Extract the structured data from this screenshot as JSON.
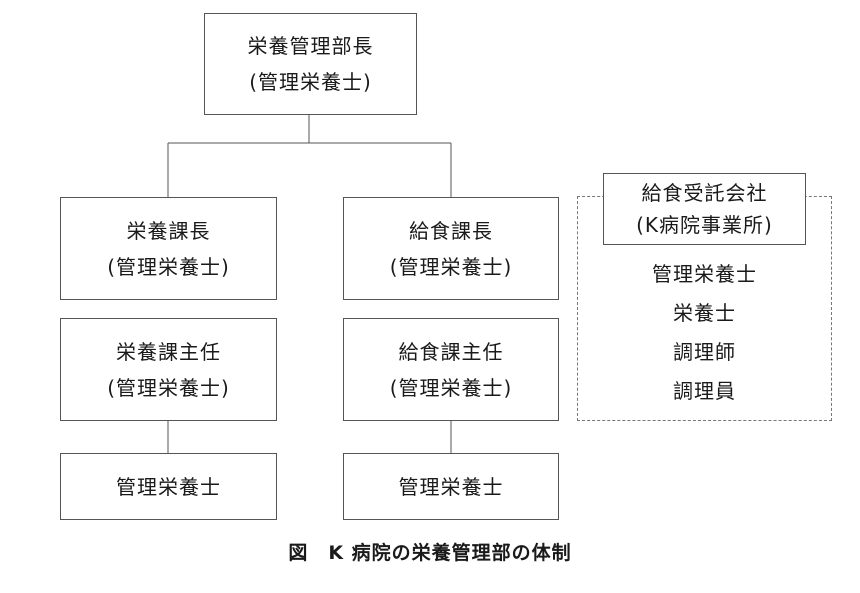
{
  "chart": {
    "head": {
      "title": "栄養管理部長",
      "role": "(管理栄養士)"
    },
    "left_branch": {
      "chief": {
        "title": "栄養課長",
        "role": "(管理栄養士)"
      },
      "supervisor": {
        "title": "栄養課主任",
        "role": "(管理栄養士)"
      },
      "staff": {
        "title": "管理栄養士"
      }
    },
    "right_branch": {
      "chief": {
        "title": "給食課長",
        "role": "(管理栄養士)"
      },
      "supervisor": {
        "title": "給食課主任",
        "role": "(管理栄養士)"
      },
      "staff": {
        "title": "管理栄養士"
      }
    },
    "contractor": {
      "name": "給食受託会社",
      "office": "(K病院事業所)",
      "staff": [
        "管理栄養士",
        "栄養士",
        "調理師",
        "調理員"
      ]
    }
  },
  "caption": "図　K 病院の栄養管理部の体制"
}
